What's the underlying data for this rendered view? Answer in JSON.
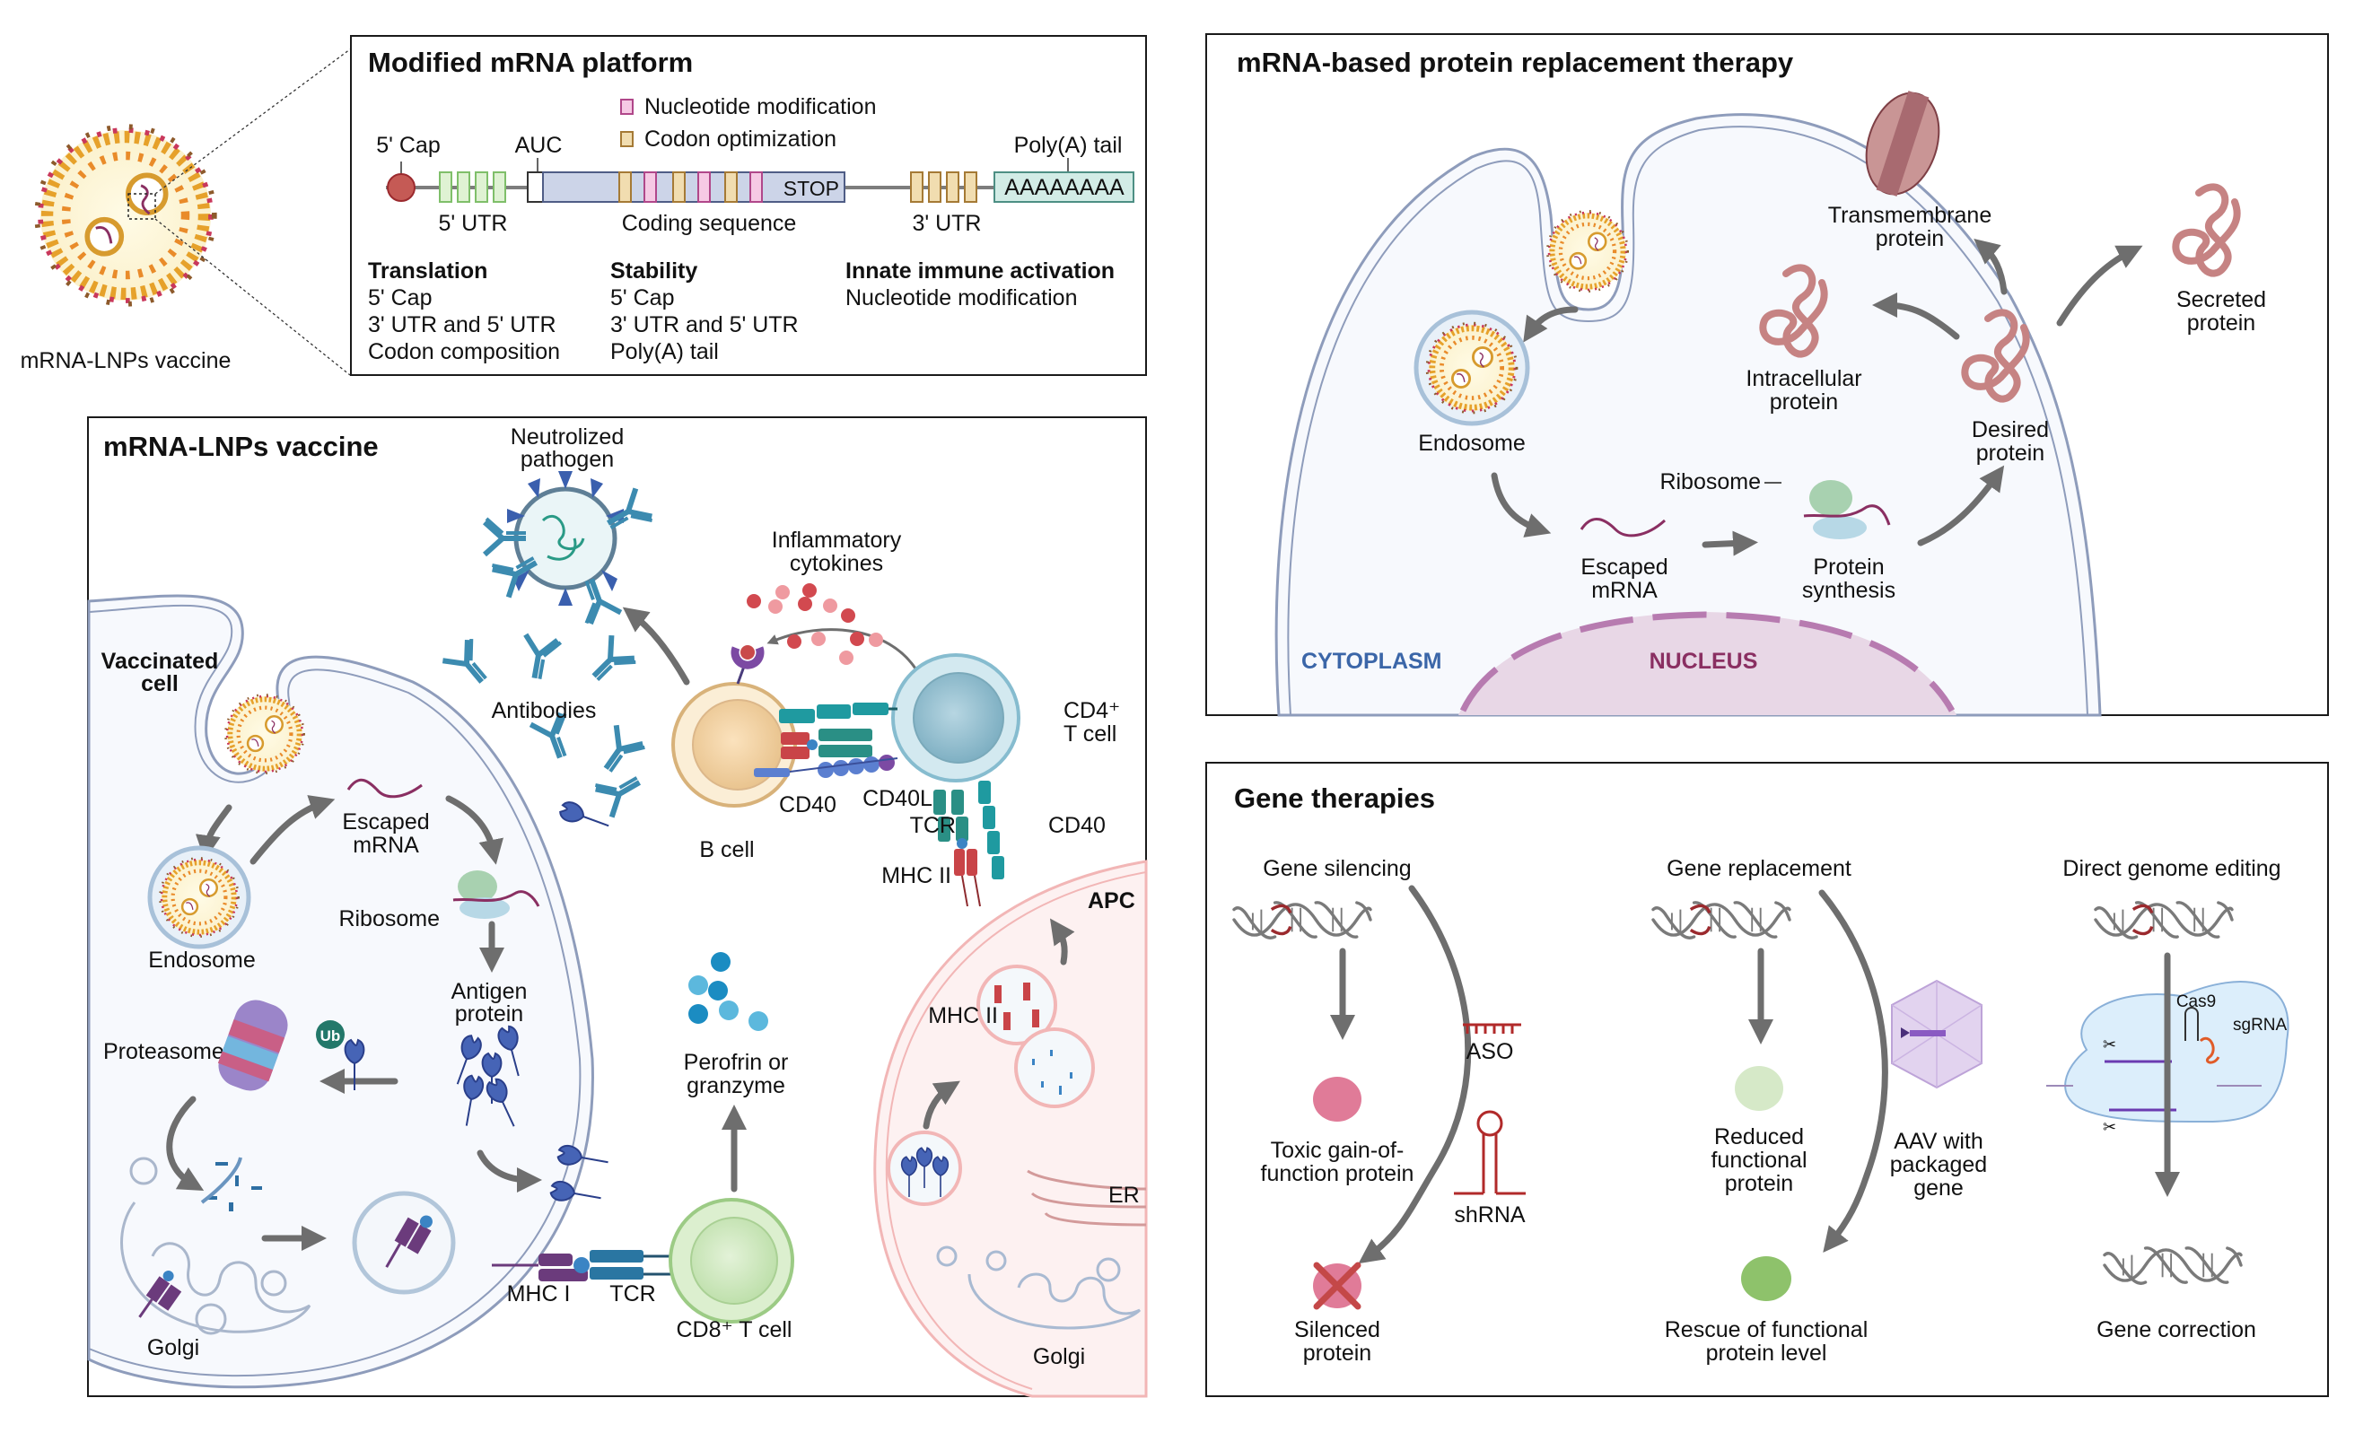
{
  "figure": {
    "lnp_caption": "mRNA-LNPs vaccine",
    "platform": {
      "title": "Modified mRNA platform",
      "legend": [
        {
          "label": "Nucleotide modification",
          "color": "#f6c9e4"
        },
        {
          "label": "Codon optimization",
          "color": "#f1ddb0"
        }
      ],
      "labels": {
        "cap": "5' Cap",
        "auc": "AUC",
        "polya": "Poly(A) tail",
        "utr5": "5' UTR",
        "coding": "Coding sequence",
        "utr3": "3' UTR",
        "stop": "STOP",
        "polya_seq": "AAAAAAAA"
      },
      "columns": [
        {
          "heading": "Translation",
          "items": [
            "5' Cap",
            "3' UTR and 5' UTR",
            "Codon composition"
          ]
        },
        {
          "heading": "Stability",
          "items": [
            "5' Cap",
            "3' UTR and 5' UTR",
            "Poly(A) tail"
          ]
        },
        {
          "heading": "Innate immune activation",
          "items": [
            "Nucleotide modification"
          ]
        }
      ]
    },
    "vaccine": {
      "title": "mRNA-LNPs vaccine",
      "labels": {
        "neutralized_1": "Neutrolized",
        "neutralized_2": "pathogen",
        "inflam_1": "Inflammatory",
        "inflam_2": "cytokines",
        "vacc_1": "Vaccinated",
        "vacc_2": "cell",
        "antibodies": "Antibodies",
        "cd4_1": "CD4⁺",
        "cd4_2": "T cell",
        "bcell": "B cell",
        "cd40_b": "CD40",
        "cd40l": "CD40L",
        "tcr_top": "TCR",
        "cd40_t": "CD40",
        "mhc2_top": "MHC II",
        "apc": "APC",
        "escaped_1": "Escaped",
        "escaped_2": "mRNA",
        "endosome": "Endosome",
        "ribosome": "Ribosome",
        "antigen_1": "Antigen",
        "antigen_2": "protein",
        "proteasome": "Proteasome",
        "ub": "Ub",
        "perforin_1": "Perofrin or",
        "perforin_2": "granzyme",
        "mhc2_apc": "MHC II",
        "er": "ER",
        "golgi_left": "Golgi",
        "golgi_apc": "Golgi",
        "mhc1": "MHC I",
        "tcr_bottom": "TCR",
        "cd8": "CD8⁺ T cell"
      }
    },
    "replacement": {
      "title": "mRNA-based protein replacement therapy",
      "labels": {
        "transmembrane_1": "Transmembrane",
        "transmembrane_2": "protein",
        "secreted_1": "Secreted",
        "secreted_2": "protein",
        "intracellular_1": "Intracellular",
        "intracellular_2": "protein",
        "endosome": "Endosome",
        "desired_1": "Desired",
        "desired_2": "protein",
        "ribosome": "Ribosome",
        "escaped_1": "Escaped",
        "escaped_2": "mRNA",
        "synthesis_1": "Protein",
        "synthesis_2": "synthesis",
        "cytoplasm": "CYTOPLASM",
        "nucleus": "NUCLEUS"
      },
      "colors": {
        "cytoplasm": "#3b66a8",
        "nucleus": "#8a2f62"
      }
    },
    "gene": {
      "title": "Gene therapies",
      "sections": [
        {
          "heading": "Gene silencing"
        },
        {
          "heading": "Gene replacement"
        },
        {
          "heading": "Direct genome editing"
        }
      ],
      "labels": {
        "toxic_1": "Toxic gain-of-",
        "toxic_2": "function protein",
        "aso": "ASO",
        "shrna": "shRNA",
        "silenced_1": "Silenced",
        "silenced_2": "protein",
        "reduced_1": "Reduced",
        "reduced_2": "functional",
        "reduced_3": "protein",
        "aav_1": "AAV with",
        "aav_2": "packaged",
        "aav_3": "gene",
        "rescue_1": "Rescue of functional",
        "rescue_2": "protein level",
        "cas9": "Cas9",
        "sgrna": "sgRNA",
        "correction": "Gene correction"
      }
    }
  }
}
